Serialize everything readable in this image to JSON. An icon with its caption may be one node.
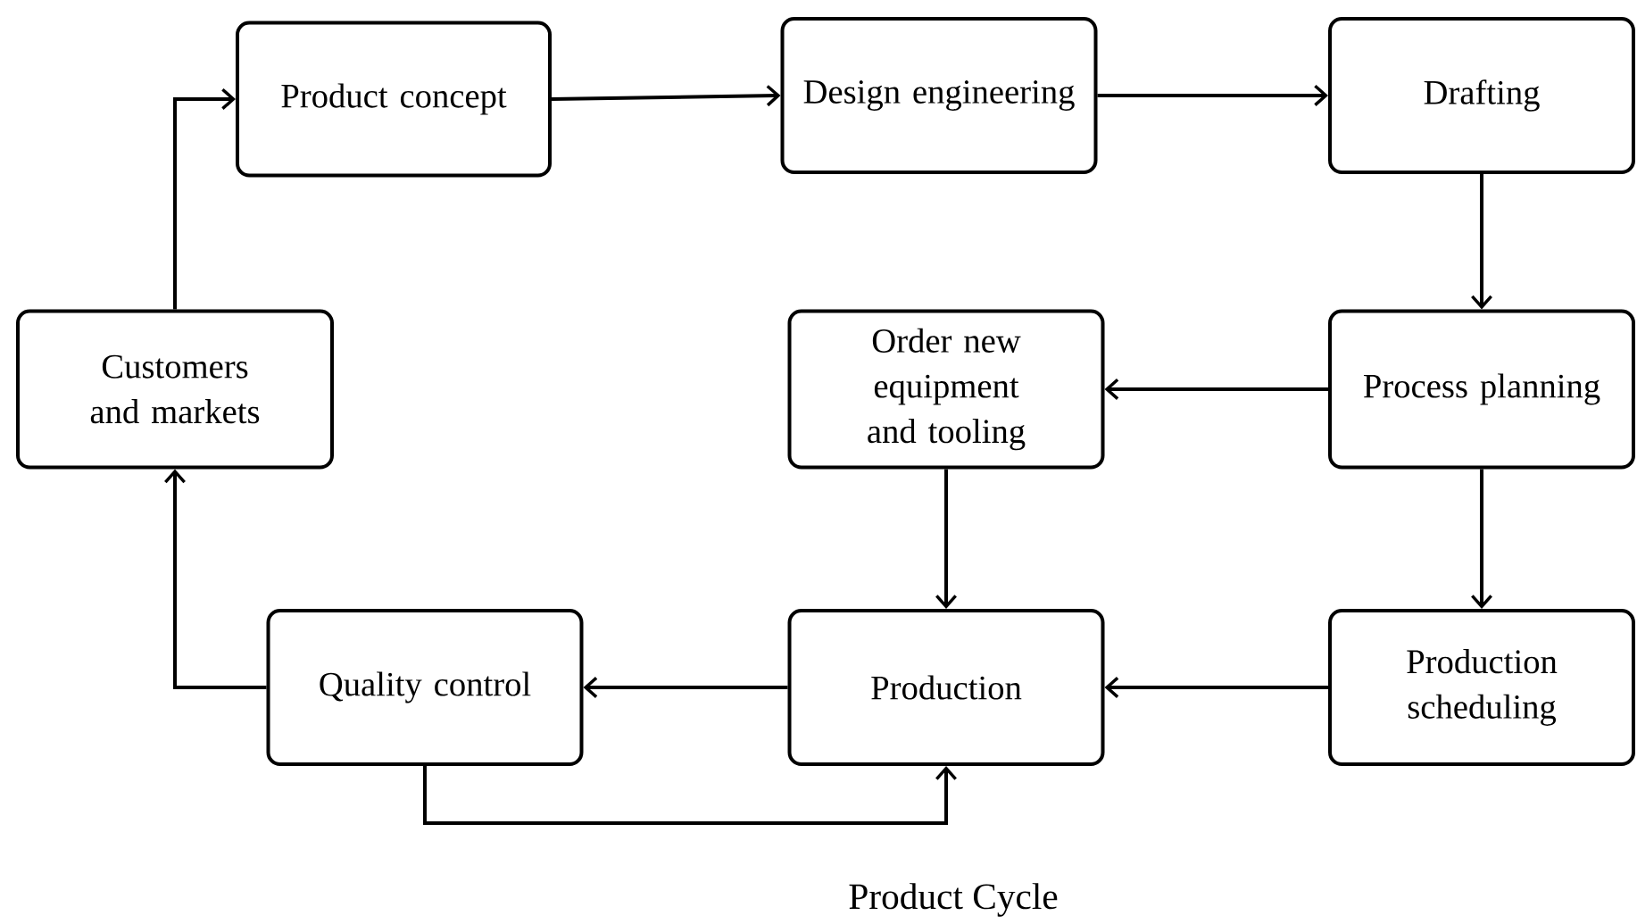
{
  "diagram": {
    "caption": "Product Cycle",
    "nodes": [
      {
        "text": [
          "Product concept"
        ]
      },
      {
        "text": [
          "Design engineering"
        ]
      },
      {
        "text": [
          "Drafting"
        ]
      },
      {
        "text": [
          "Customers and markets"
        ]
      },
      {
        "text": [
          "Order new equipment and tooling"
        ]
      },
      {
        "text": [
          "Process planning"
        ]
      },
      {
        "text": [
          "Quality control"
        ]
      },
      {
        "text": [
          "Production"
        ]
      },
      {
        "text": [
          "Production scheduling"
        ]
      }
    ],
    "edges": [
      {
        "from": 3,
        "to": 0,
        "arrow": "to"
      },
      {
        "from": 0,
        "to": 1,
        "arrow": "to"
      },
      {
        "from": 1,
        "to": 2,
        "arrow": "to"
      },
      {
        "from": 2,
        "to": 5,
        "arrow": "to"
      },
      {
        "from": 5,
        "to": 4,
        "arrow": "to"
      },
      {
        "from": 5,
        "to": 8,
        "arrow": "to"
      },
      {
        "from": 4,
        "to": 7,
        "arrow": "to"
      },
      {
        "from": 8,
        "to": 7,
        "arrow": "to"
      },
      {
        "from": 7,
        "to": 6,
        "arrow": "to"
      },
      {
        "from": 6,
        "to": 3,
        "arrow": "to"
      },
      {
        "from": 6,
        "to": 7,
        "arrow": "to"
      }
    ]
  }
}
